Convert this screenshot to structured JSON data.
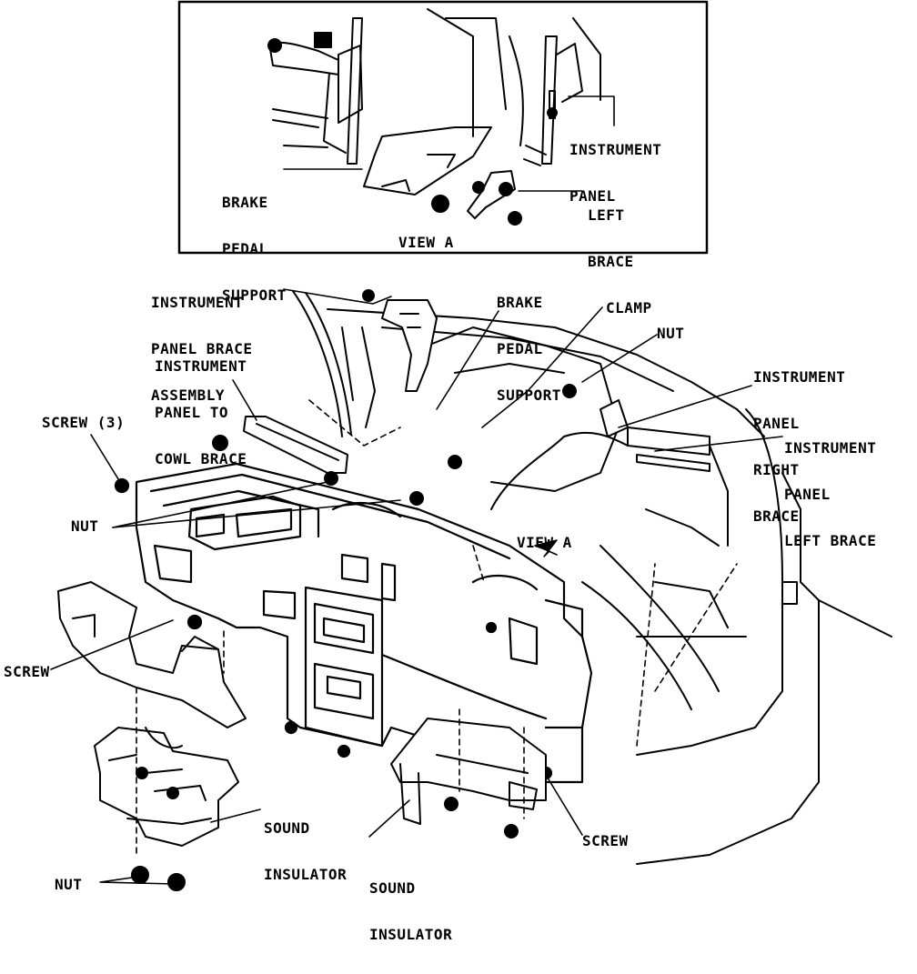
{
  "inset": {
    "title": "VIEW A",
    "labels": {
      "instrument_panel": [
        "INSTRUMENT",
        "PANEL"
      ],
      "brake_pedal_support": [
        "BRAKE",
        "PEDAL",
        "SUPPORT"
      ],
      "left_brace": [
        "LEFT",
        "BRACE"
      ]
    }
  },
  "main": {
    "labels": {
      "ip_brace_assembly": [
        "INSTRUMENT",
        "PANEL BRACE",
        "ASSEMBLY"
      ],
      "brake_pedal_support": [
        "BRAKE",
        "PEDAL",
        "SUPPORT"
      ],
      "clamp": "CLAMP",
      "nut_top": "NUT",
      "ip_to_cowl_brace": [
        "INSTRUMENT",
        "PANEL TO",
        "COWL BRACE"
      ],
      "ip_right_brace": [
        "INSTRUMENT",
        "PANEL",
        "RIGHT",
        "BRACE"
      ],
      "ip_left_brace": [
        "INSTRUMENT",
        "PANEL",
        "LEFT BRACE"
      ],
      "screw_3": "SCREW (3)",
      "nut_left": "NUT",
      "view_a_arrow": "VIEW A",
      "screw_left": "SCREW",
      "sound_insulator_left": [
        "SOUND",
        "INSULATOR"
      ],
      "sound_insulator_center": [
        "SOUND",
        "INSULATOR"
      ],
      "screw_right": "SCREW",
      "nut_bottom": "NUT"
    }
  }
}
